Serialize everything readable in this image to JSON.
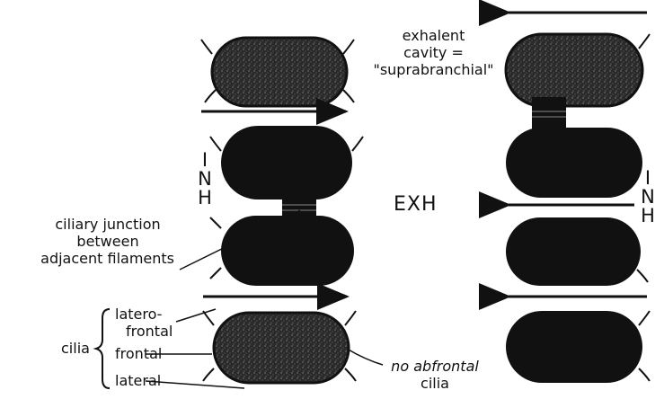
{
  "labels": {
    "exhalent_line1": "exhalent",
    "exhalent_line2": "cavity =",
    "exhalent_line3": "\"suprabranchial\"",
    "exh": "EXH",
    "inh": "INH",
    "junction_line1": "ciliary junction",
    "junction_line2": "between",
    "junction_line3": "adjacent filaments",
    "laterofrontal_line1": "latero-",
    "laterofrontal_line2": "frontal",
    "frontal": "frontal",
    "lateral": "lateral",
    "cilia": "cilia",
    "no_abfrontal_line1": "no abfrontal",
    "no_abfrontal_line2": "cilia"
  },
  "colors": {
    "filament_dark": "#111111",
    "filament_light": "#4a4a4a",
    "ink": "#111111"
  }
}
